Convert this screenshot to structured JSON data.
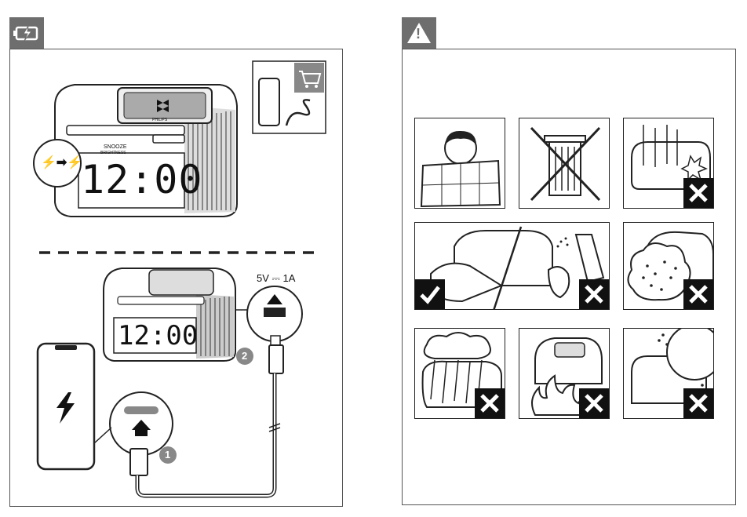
{
  "left_panel": {
    "tab_icon": "battery-charging-icon",
    "power_spec": "5V ⎓ 1A",
    "step_1": "1",
    "step_2": "2",
    "clock_top": {
      "brand": "PHILIPS",
      "time": "12:00",
      "snooze": "SNOOZE",
      "brightness": "BRIGHTNESS",
      "charge_symbol": "⚡➡⚡"
    },
    "clock_bottom": {
      "time": "12:00"
    }
  },
  "right_panel": {
    "tab_icon": "warning-triangle-icon",
    "tab_symbol": "!",
    "check_symbol": "✓"
  },
  "colors": {
    "tab_bg": "#6e6e6e",
    "badge_bg": "#111111",
    "frame": "#555555"
  }
}
